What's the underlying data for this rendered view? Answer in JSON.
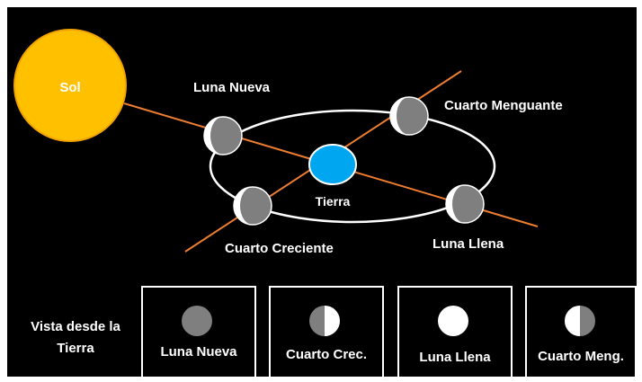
{
  "diagram": {
    "sun_label": "Sol",
    "earth_label": "Tierra",
    "orbit_labels": {
      "new_moon": "Luna Nueva",
      "last_quarter": "Cuarto Menguante",
      "first_quarter": "Cuarto Creciente",
      "full_moon": "Luna Llena"
    },
    "colors": {
      "background": "#000000",
      "sun": "#FFC000",
      "earth": "#00A6F0",
      "moon": "#7F7F7F",
      "light": "#FFFFFF",
      "ray": "#ED7D31"
    }
  },
  "legend": {
    "title_line1": "Vista desde la",
    "title_line2": "Tierra",
    "boxes": [
      {
        "label": "Luna Nueva",
        "phase": "new"
      },
      {
        "label": "Cuarto Crec.",
        "phase": "first-quarter"
      },
      {
        "label": "Luna Llena",
        "phase": "full"
      },
      {
        "label": "Cuarto Meng.",
        "phase": "last-quarter"
      }
    ]
  }
}
